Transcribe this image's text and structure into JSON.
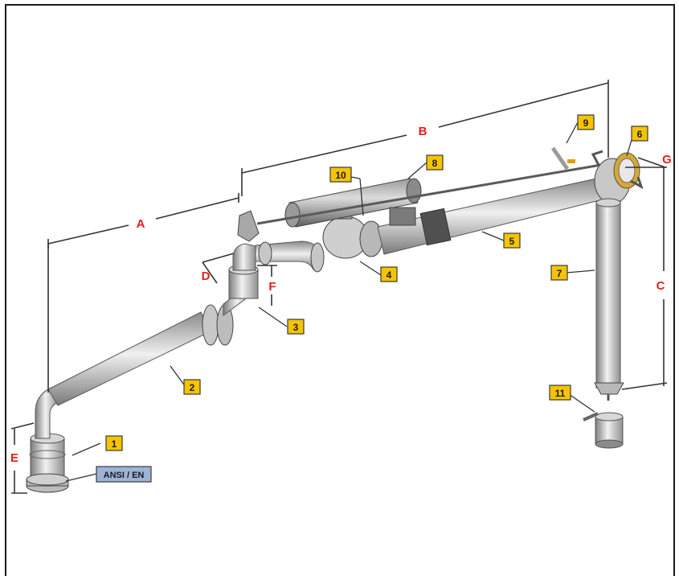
{
  "diagram": {
    "dimension_labels": {
      "A": "A",
      "B": "B",
      "C": "C",
      "D": "D",
      "E": "E",
      "F": "F",
      "G": "G"
    },
    "part_callouts": {
      "p1": "1",
      "p2": "2",
      "p3": "3",
      "p4": "4",
      "p5": "5",
      "p6": "6",
      "p7": "7",
      "p8": "8",
      "p9": "9",
      "p10": "10",
      "p11": "11"
    },
    "flange_standard": "ANSI / EN",
    "colors": {
      "dimension_red": "#e0201c",
      "callout_fill": "#f5c400",
      "callout_border": "#3a3a3a",
      "standard_fill": "#9db4d6",
      "pipe_dark": "#8a8a8a",
      "pipe_light": "#e6e6e6"
    }
  }
}
